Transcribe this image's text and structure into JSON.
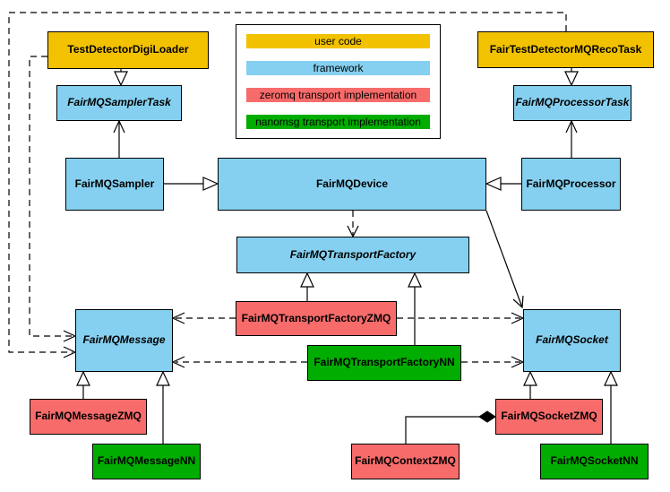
{
  "colors": {
    "user_code": "#F2C200",
    "framework": "#85D0F0",
    "zeromq": "#F76B6B",
    "nanomsg": "#00AD00"
  },
  "legend": {
    "items": [
      {
        "label": "user code",
        "color": "#F2C200"
      },
      {
        "label": "framework",
        "color": "#85D0F0"
      },
      {
        "label": "zeromq transport implementation",
        "color": "#F76B6B"
      },
      {
        "label": "nanomsg transport implementation",
        "color": "#00AD00"
      }
    ]
  },
  "nodes": {
    "testDetectorDigiLoader": {
      "label": "TestDetectorDigiLoader",
      "category": "user_code"
    },
    "fairTestDetectorMQRecoTask": {
      "label": "FairTestDetectorMQRecoTask",
      "category": "user_code"
    },
    "fairMQSamplerTask": {
      "label": "FairMQSamplerTask",
      "category": "framework",
      "abstract": true
    },
    "fairMQProcessorTask": {
      "label": "FairMQProcessorTask",
      "category": "framework",
      "abstract": true
    },
    "fairMQSampler": {
      "label": "FairMQSampler",
      "category": "framework"
    },
    "fairMQDevice": {
      "label": "FairMQDevice",
      "category": "framework"
    },
    "fairMQProcessor": {
      "label": "FairMQProcessor",
      "category": "framework"
    },
    "fairMQTransportFactory": {
      "label": "FairMQTransportFactory",
      "category": "framework",
      "abstract": true
    },
    "fairMQTransportFactoryZMQ": {
      "label": "FairMQTransportFactoryZMQ",
      "category": "zeromq"
    },
    "fairMQTransportFactoryNN": {
      "label": "FairMQTransportFactoryNN",
      "category": "nanomsg"
    },
    "fairMQMessage": {
      "label": "FairMQMessage",
      "category": "framework",
      "abstract": true
    },
    "fairMQSocket": {
      "label": "FairMQSocket",
      "category": "framework",
      "abstract": true
    },
    "fairMQMessageZMQ": {
      "label": "FairMQMessageZMQ",
      "category": "zeromq"
    },
    "fairMQMessageNN": {
      "label": "FairMQMessageNN",
      "category": "nanomsg"
    },
    "fairMQContextZMQ": {
      "label": "FairMQContextZMQ",
      "category": "zeromq"
    },
    "fairMQSocketZMQ": {
      "label": "FairMQSocketZMQ",
      "category": "zeromq"
    },
    "fairMQSocketNN": {
      "label": "FairMQSocketNN",
      "category": "nanomsg"
    }
  }
}
